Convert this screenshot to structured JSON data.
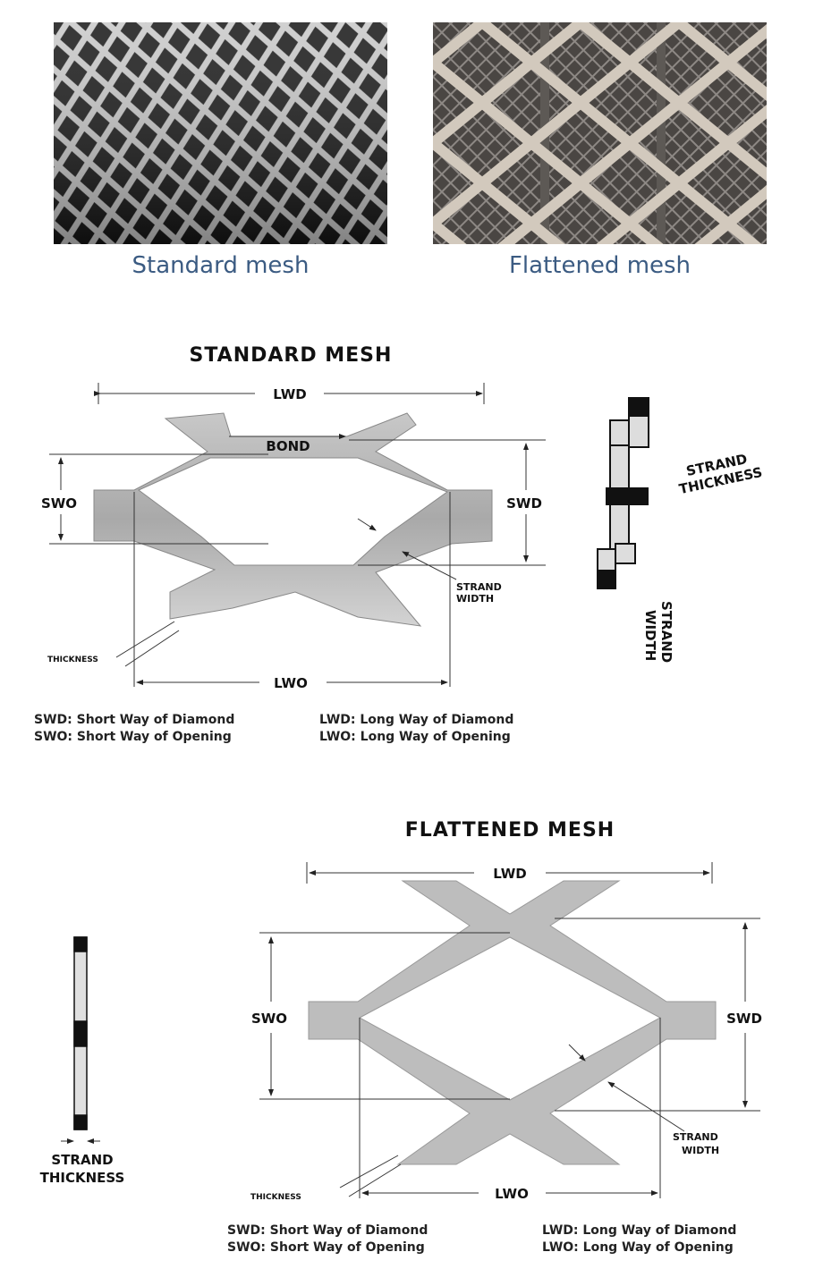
{
  "photos": [
    {
      "caption": "Standard mesh",
      "caption_color": "#3b5b82"
    },
    {
      "caption": "Flattened mesh",
      "caption_color": "#3b5b82"
    }
  ],
  "standard": {
    "title": "STANDARD MESH",
    "lwd": "LWD",
    "bond": "BOND",
    "swo": "SWO",
    "swd": "SWD",
    "strand_width": [
      "STRAND",
      "WIDTH"
    ],
    "thickness": "THICKNESS",
    "lwo": "LWO",
    "side_strand_thickness": [
      "STRAND",
      "THICKNESS"
    ],
    "side_strand_width": [
      "STRAND",
      "WIDTH"
    ],
    "legend": [
      "SWD: Short Way of Diamond",
      "SWO: Short Way of Opening",
      "LWD: Long Way of Diamond",
      "LWO: Long Way of Opening"
    ]
  },
  "flattened": {
    "title": "FLATTENED MESH",
    "lwd": "LWD",
    "swo": "SWO",
    "swd": "SWD",
    "strand_width": [
      "STRAND",
      "WIDTH"
    ],
    "thickness": "THICKNESS",
    "lwo": "LWO",
    "side_strand_thickness": [
      "STRAND",
      "THICKNESS"
    ],
    "legend": [
      "SWD: Short Way of Diamond",
      "SWO: Short Way of Opening",
      "LWD: Long Way of Diamond",
      "LWO: Long Way of Opening"
    ]
  }
}
